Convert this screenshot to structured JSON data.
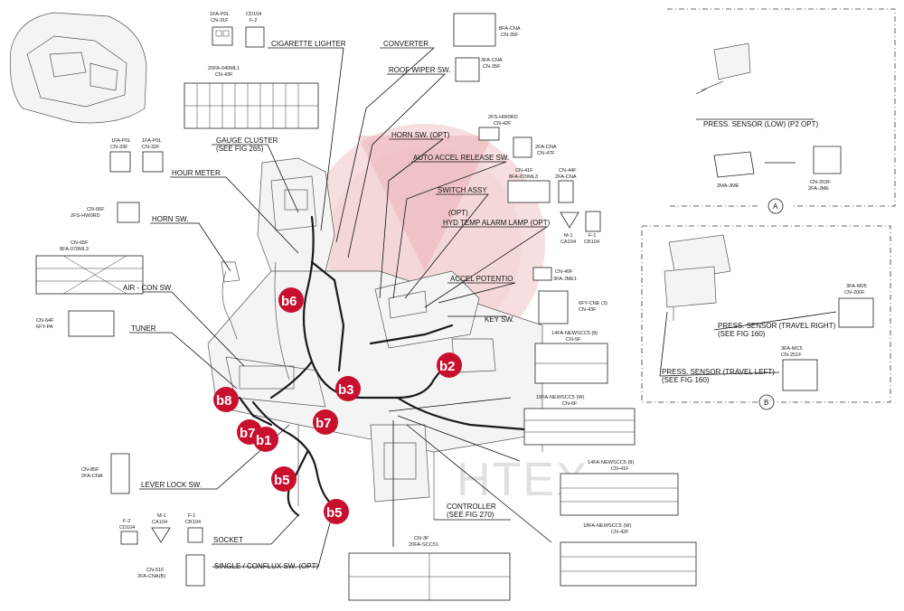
{
  "labels": {
    "cigarette_lighter": "CIGARETTE LIGHTER",
    "converter": "CONVERTER",
    "roof_wiper_sw": "ROOF WIPER SW.",
    "gauge_cluster": "GAUGE CLUSTER",
    "gauge_cluster_ref": "(SEE FIG 265)",
    "hour_meter": "HOUR METER",
    "horn_sw": "HORN SW.",
    "air_con_sw": "AIR - CON SW.",
    "tuner": "TUNER",
    "horn_sw_opt": "HORN SW. (OPT)",
    "auto_accel_release_sw": "AUTO ACCEL RELEASE SW.",
    "switch_assy": "SWITCH ASSY",
    "hyd_temp_opt_tag": "(OPT)",
    "hyd_temp_alarm_lamp": "HYD TEMP ALARM LAMP (OPT)",
    "accel_potentio": "ACCEL POTENTIO",
    "key_sw": "KEY SW.",
    "lever_lock_sw": "LEVER LOCK SW.",
    "socket": "SOCKET",
    "single_conflux_sw": "SINGLE / CONFLUX SW. (OPT)",
    "controller": "CONTROLLER",
    "controller_ref": "(SEE FIG 270)",
    "press_sensor_low": "PRESS. SENSOR (LOW) (P2 OPT)",
    "press_sensor_travel_right": "PRESS. SENSOR (TRAVEL RIGHT)",
    "press_sensor_travel_right_ref": "(SEE FIG 160)",
    "press_sensor_travel_left": "PRESS. SENSOR (TRAVEL LEFT)",
    "press_sensor_travel_left_ref": "(SEE FIG 160)",
    "detail_a": "A",
    "detail_b": "B"
  },
  "connectors": {
    "cn31f": [
      "1FA-P0L",
      "CN-31F"
    ],
    "f2_top": [
      "CD104",
      "F-2"
    ],
    "cn43f": [
      "20FA-040ML1",
      "CN-43F"
    ],
    "cn33f": [
      "1FA-P0L",
      "CN-33F"
    ],
    "cn32f": [
      "1FA-P0L",
      "CN-32F"
    ],
    "cn35f_a": [
      "8FA-CNA",
      "CN-35F"
    ],
    "cn35f_b": [
      "3FA-CNA",
      "CN-35F"
    ],
    "cn42f_top": [
      "2FS-HW0RD",
      "CN-42F"
    ],
    "cn47f": [
      "2FA-CNA",
      "CN-47F"
    ],
    "cn41f_top": [
      "CN-41F",
      "8FA-070ML3"
    ],
    "cn44f": [
      "CN-44F",
      "2FA-CNA"
    ],
    "m1": [
      "M-1",
      "CA104"
    ],
    "f1": [
      "F-1",
      "CB104"
    ],
    "cn66f": [
      "CN-66F",
      "2FS-HW0RD"
    ],
    "cn65f": [
      "CN-65F",
      "8FA-070ML3"
    ],
    "cn64f": [
      "CN-64F",
      "6FY-PA"
    ],
    "cn40f": [
      "CN-40F",
      "3FA-JME1"
    ],
    "cn43f_key": [
      "6FY-CNE (3)",
      "CN-43F"
    ],
    "cn5f": [
      "14FA-NEWSCC5 (8)",
      "CN-5F"
    ],
    "cn6f": [
      "18FA-NEWSCC5 (W)",
      "CN-6F"
    ],
    "cn41f": [
      "14FA-NEWSCC5 (8)",
      "CN-41F"
    ],
    "cn42f": [
      "18FA-NEWSCC5 (W)",
      "CN-42F"
    ],
    "cn3f": [
      "CN-3F",
      "20FA-SCC51"
    ],
    "cn85f": [
      "CN-85F",
      "2FA-CNA"
    ],
    "f2_bottom": [
      "F-2",
      "CD104"
    ],
    "m1_bottom": [
      "M-1",
      "CA104"
    ],
    "f1_bottom": [
      "F-1",
      "CB104"
    ],
    "cn51f": [
      "CN-51F",
      "2FA-CNA(B)"
    ],
    "jme_a": [
      "2MA-JME"
    ],
    "cn263f": [
      "CN-263F",
      "2FA-JME"
    ],
    "cn200f": [
      "3FA-M05",
      "CN-200F"
    ],
    "cn251f": [
      "3FA-MC5",
      "CN-251F"
    ]
  },
  "markers": [
    "b6",
    "b2",
    "b3",
    "b8",
    "b7",
    "b7",
    "b1",
    "b5",
    "b5"
  ],
  "watermark": "HTEX",
  "colors": {
    "marker": "#c8102e",
    "watermark": "#e8a9ad"
  }
}
